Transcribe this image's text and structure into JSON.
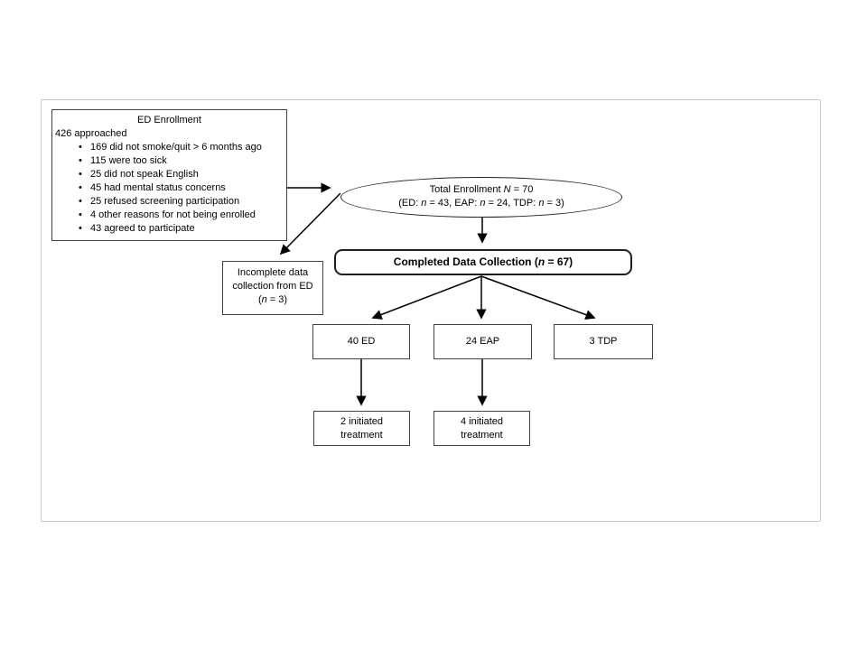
{
  "colors": {
    "background": "#ffffff",
    "box_border": "#424242",
    "frame_border": "#c9c9c9",
    "arrow": "#000000",
    "text": "#000000"
  },
  "diagram": {
    "ed_enrollment": {
      "title": "ED Enrollment",
      "line1": "426 approached",
      "bullets": [
        "169 did not smoke/quit > 6 months ago",
        "115 were too sick",
        "25 did not speak English",
        "45 had mental status concerns",
        "25 refused screening participation",
        "4 other reasons for not being enrolled",
        "43 agreed to participate"
      ]
    },
    "total_enrollment": {
      "line1": [
        {
          "text": "Total Enrollment "
        },
        {
          "text": "N",
          "italic": true
        },
        {
          "text": " = 70"
        }
      ],
      "line2": [
        {
          "text": "(ED: "
        },
        {
          "text": "n",
          "italic": true
        },
        {
          "text": " = 43, EAP: "
        },
        {
          "text": "n",
          "italic": true
        },
        {
          "text": " = 24, TDP: "
        },
        {
          "text": "n",
          "italic": true
        },
        {
          "text": " = 3)"
        }
      ]
    },
    "completed": [
      {
        "text": "Completed Data Collection ("
      },
      {
        "text": "n",
        "italic": true
      },
      {
        "text": " = 67)"
      }
    ],
    "incomplete": {
      "line1": "Incomplete data",
      "line2": "collection from ED",
      "line3": [
        {
          "text": "("
        },
        {
          "text": "n",
          "italic": true
        },
        {
          "text": " = 3)"
        }
      ]
    },
    "groups": [
      {
        "label": "40 ED"
      },
      {
        "label": "24 EAP"
      },
      {
        "label": "3 TDP"
      }
    ],
    "treatments": [
      {
        "line1": "2 initiated",
        "line2": "treatment"
      },
      {
        "line1": "4 initiated",
        "line2": "treatment"
      }
    ]
  }
}
